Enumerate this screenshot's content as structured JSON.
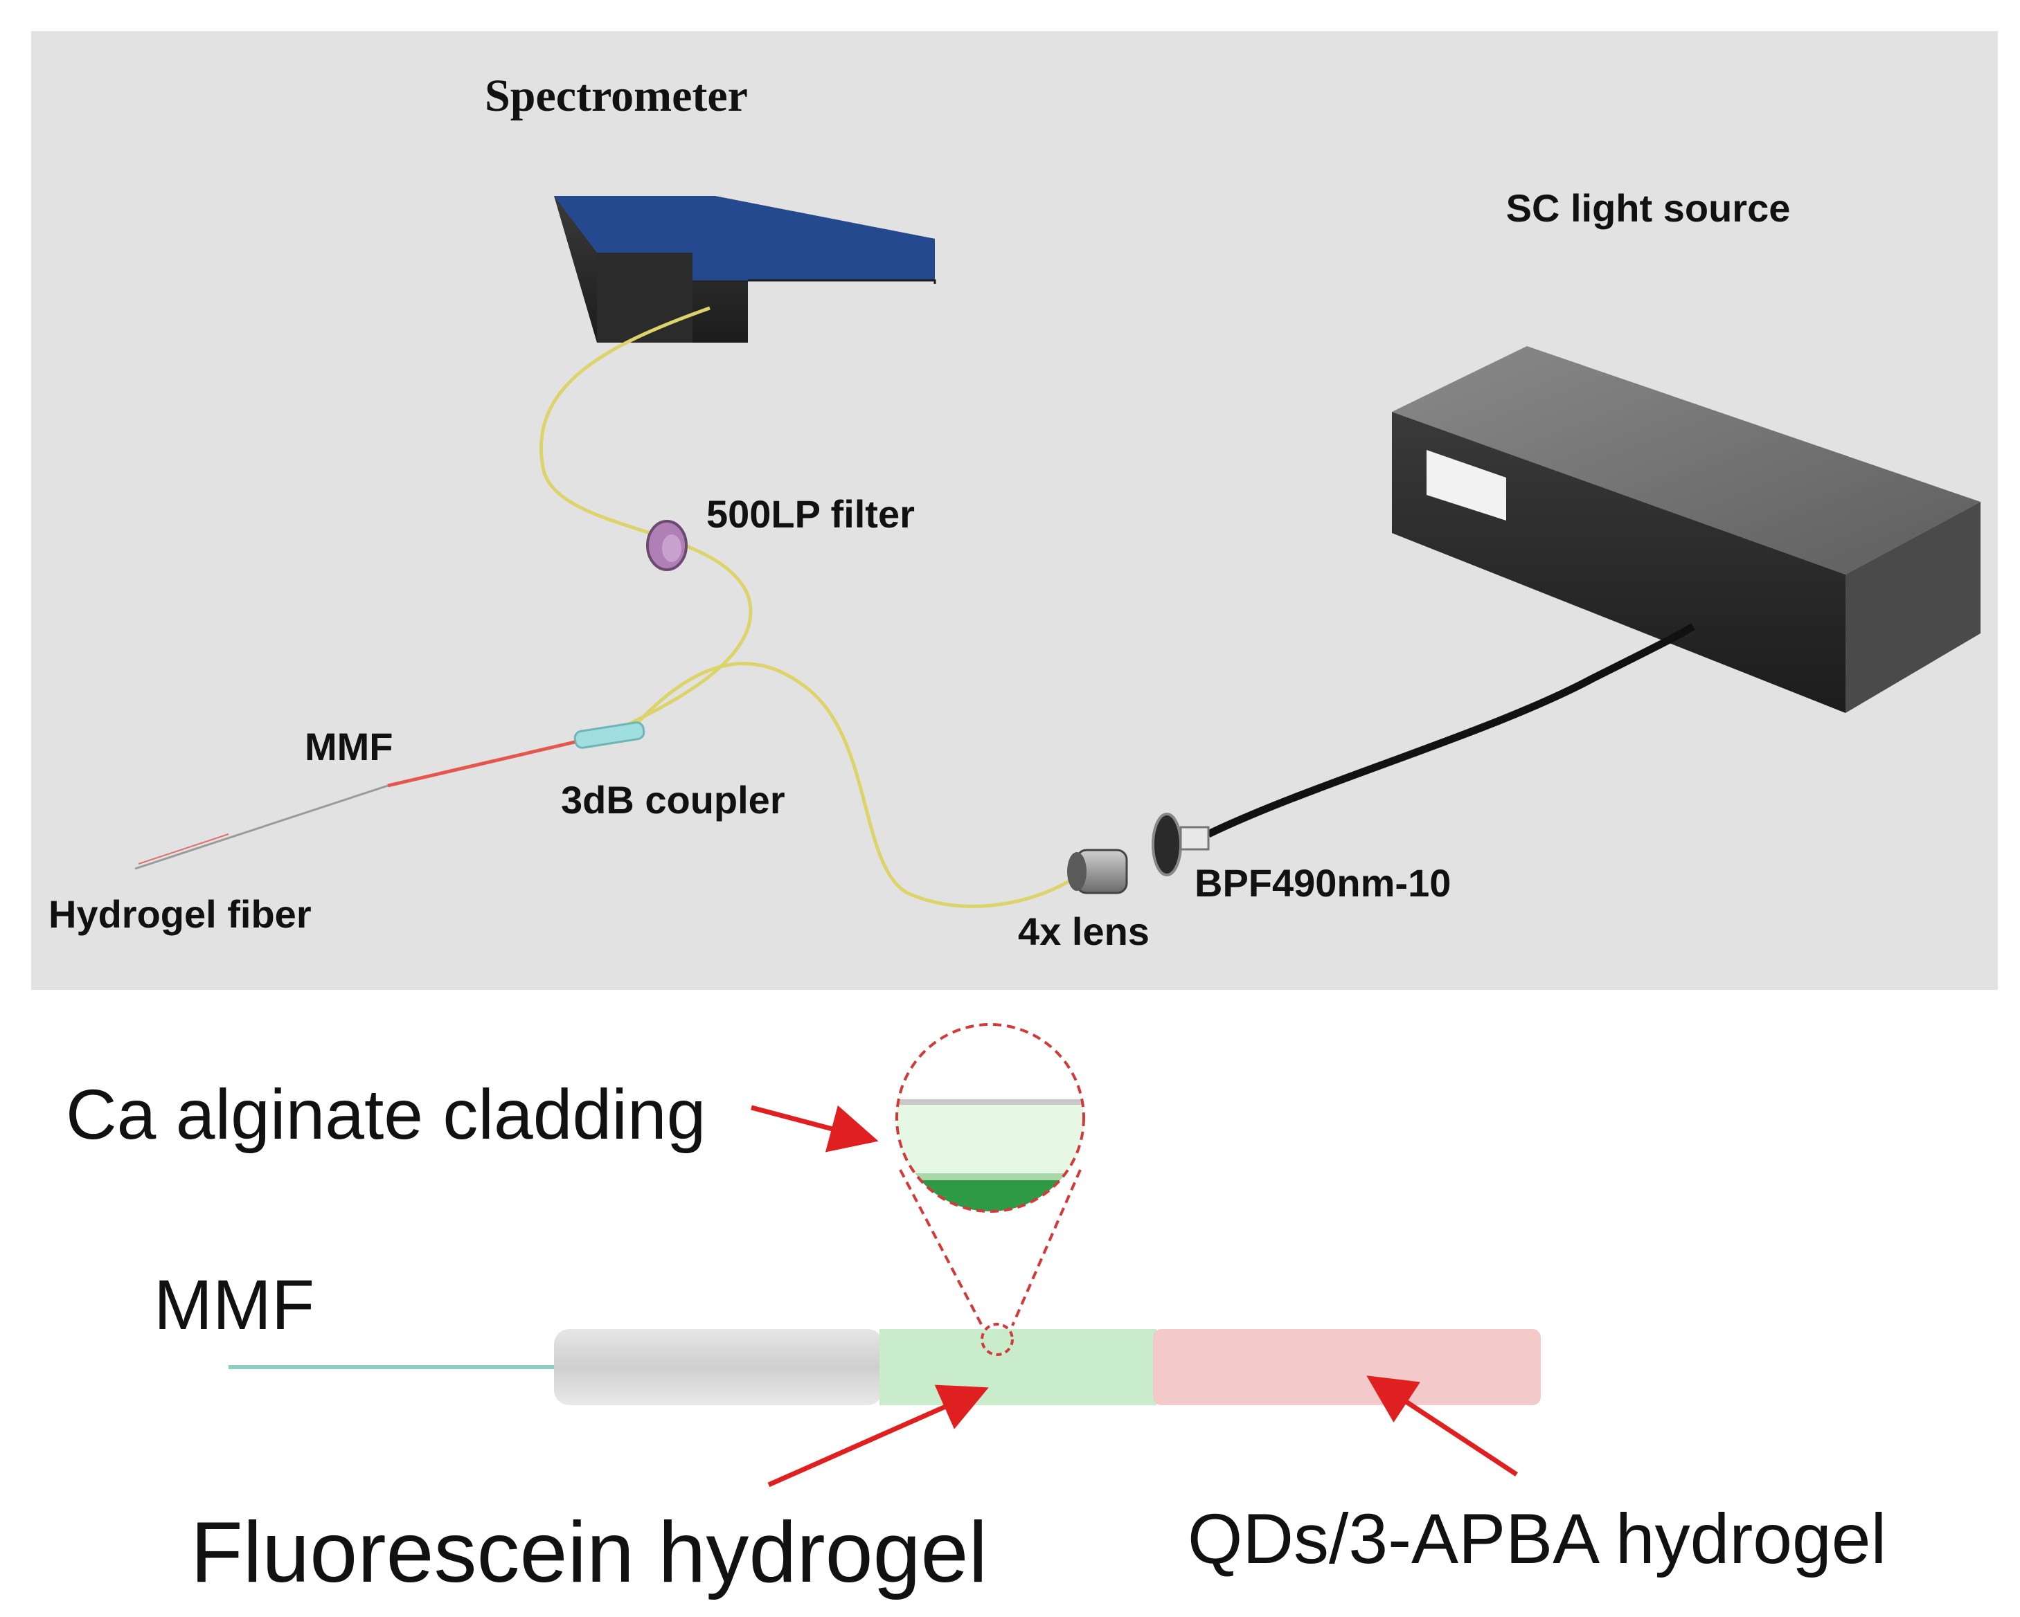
{
  "setup": {
    "spectrometer": "Spectrometer",
    "light_source": "SC light source",
    "filter": "500LP filter",
    "mmf": "MMF",
    "coupler": "3dB coupler",
    "hydrogel_fiber": "Hydrogel fiber",
    "lens": "4x lens",
    "bandpass": "BPF490nm-10"
  },
  "detail": {
    "cladding": "Ca alginate cladding",
    "mmf": "MMF",
    "fluorescein": "Fluorescein hydrogel",
    "qds": "QDs/3-APBA hydrogel"
  },
  "colors": {
    "panel_bg": "#e2e2e2",
    "spectrometer_top": "#24498f",
    "fiber_yellow": "#dcd46a",
    "mmf_red": "#e4574f",
    "arrow_red": "#e02020",
    "green_section": "#c9eccb",
    "pink_section": "#f4c9c9"
  }
}
